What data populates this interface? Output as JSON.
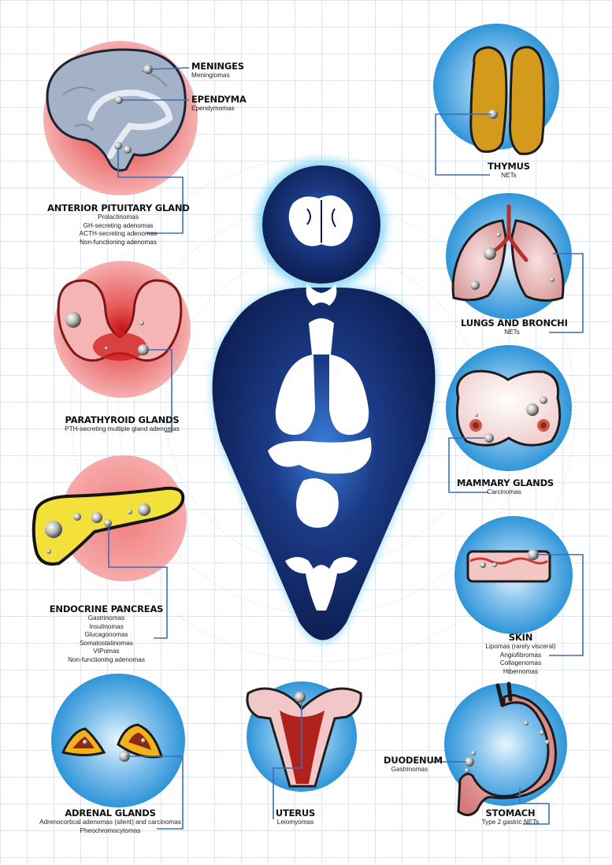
{
  "colors": {
    "red_halo": "#f08f8f",
    "blue_halo": "#2f95d8",
    "navy": "#0b1a4a",
    "connector": "#3b6fb6",
    "organ_outline": "#222222",
    "brain": "#a3b2c6",
    "thymus": "#d39a1c",
    "pancreas": "#f4e03a",
    "skin": "#f2c6c3",
    "tumor": "#b9b9b9"
  },
  "labels": {
    "meninges": {
      "title": "MENINGES",
      "items": [
        "Meningiomas"
      ]
    },
    "ependyma": {
      "title": "EPENDYMA",
      "items": [
        "Ependymomas"
      ]
    },
    "pituitary": {
      "title": "ANTERIOR PITUITARY GLAND",
      "items": [
        "Prolactinomas",
        "GH-secreting adenomas",
        "ACTH-secreting adenomas",
        "Non-functioning adenomas"
      ]
    },
    "parathyroid": {
      "title": "PARATHYROID GLANDS",
      "items": [
        "PTH-secreting multiple gland adenomas"
      ]
    },
    "pancreas": {
      "title": "ENDOCRINE PANCREAS",
      "items": [
        "Gastrinomas",
        "Insulinomas",
        "Glucagonomas",
        "Somatostatinomas",
        "VIPomas",
        "Non-functioning adenomas"
      ]
    },
    "adrenal": {
      "title": "ADRENAL GLANDS",
      "items": [
        "Adrenocortical adenomas (silent) and carcinomas",
        "Pheochromocytomas"
      ]
    },
    "uterus": {
      "title": "UTERUS",
      "items": [
        "Leiomyomas"
      ]
    },
    "thymus": {
      "title": "THYMUS",
      "items": [
        "NETs"
      ]
    },
    "lungs": {
      "title": "LUNGS AND BRONCHI",
      "items": [
        "NETs"
      ]
    },
    "mammary": {
      "title": "MAMMARY GLANDS",
      "items": [
        "Carcinomas"
      ]
    },
    "skin": {
      "title": "SKIN",
      "items": [
        "Lipomas (rarely visceral)",
        "Angiofibromas",
        "Collagenomas",
        "Hibernomas"
      ]
    },
    "duodenum": {
      "title": "DUODENUM",
      "items": [
        "Gastrinomas"
      ]
    },
    "stomach": {
      "title": "STOMACH",
      "items": [
        "Type 2 gastric NETs"
      ]
    }
  }
}
